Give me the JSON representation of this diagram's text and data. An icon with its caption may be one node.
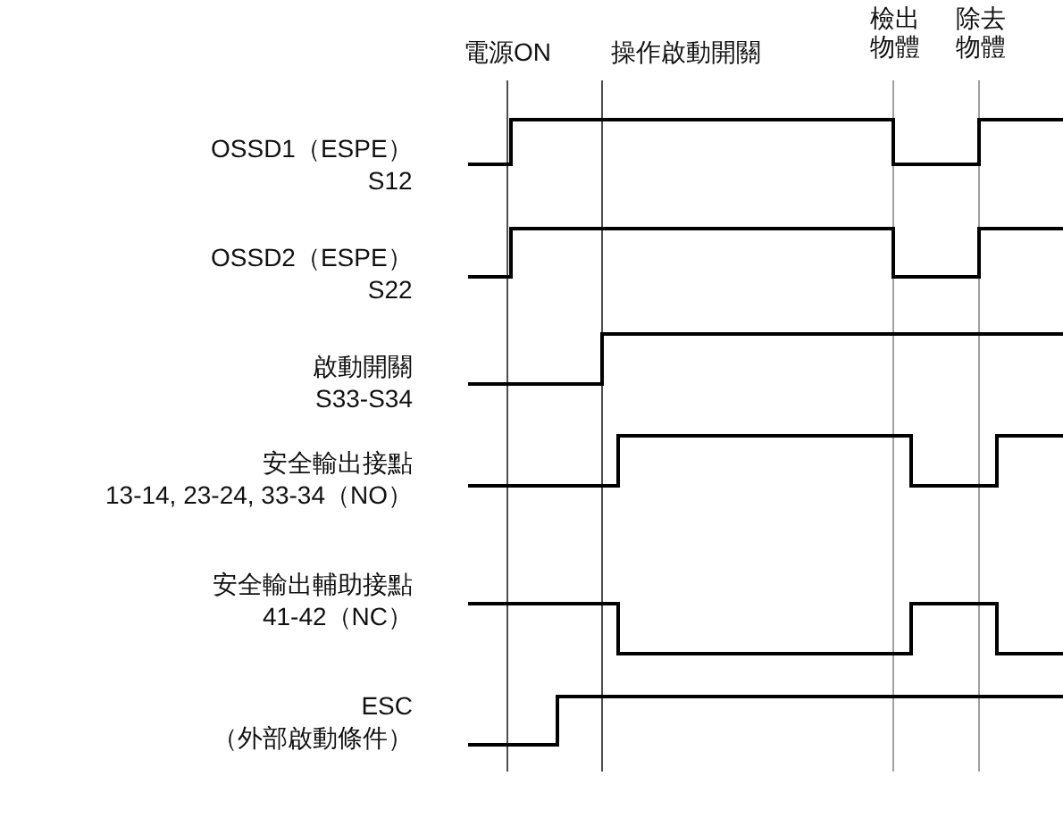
{
  "diagram": {
    "labels": [
      "電源ON",
      "操作啟動開關",
      "檢出物體",
      "除去物體",
      "OSSD1（ESPE） S12",
      "OSSD2（ESPE） S22",
      "啟動開關 S33-S34",
      "安全輸出接點 13-14, 23-24, 33-34（NO）",
      "安全輸出輔助接點 41-42（NC）",
      "ESC （外部啟動條件）"
    ]
  }
}
